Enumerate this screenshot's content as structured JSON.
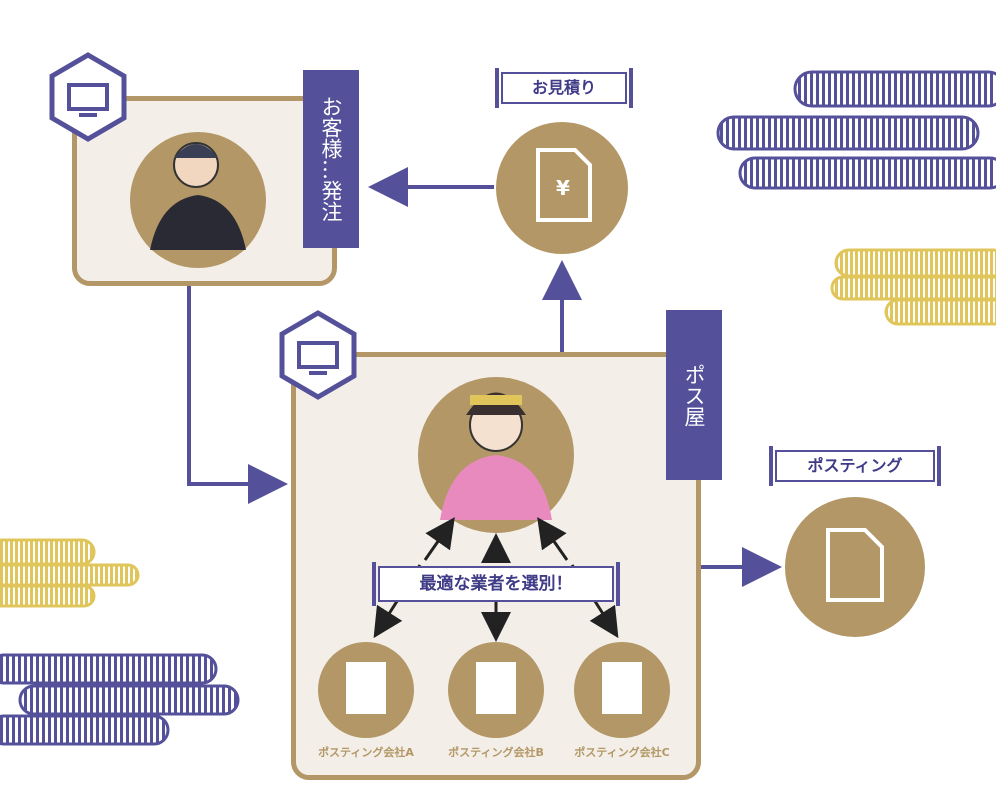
{
  "customer": {
    "tag": "お客様…発注"
  },
  "estimate": {
    "label": "お見積り",
    "symbol": "¥"
  },
  "postshop": {
    "tag": "ポス屋",
    "banner": "最適な業者を選別！"
  },
  "posting": {
    "label": "ポスティング"
  },
  "companies": [
    {
      "label": "ポスティング会社A"
    },
    {
      "label": "ポスティング会社B"
    },
    {
      "label": "ポスティング会社C"
    }
  ],
  "colors": {
    "navy": "#54509a",
    "gold": "#b39766",
    "panel": "#f3efe8",
    "yellow": "#e0c55a"
  }
}
